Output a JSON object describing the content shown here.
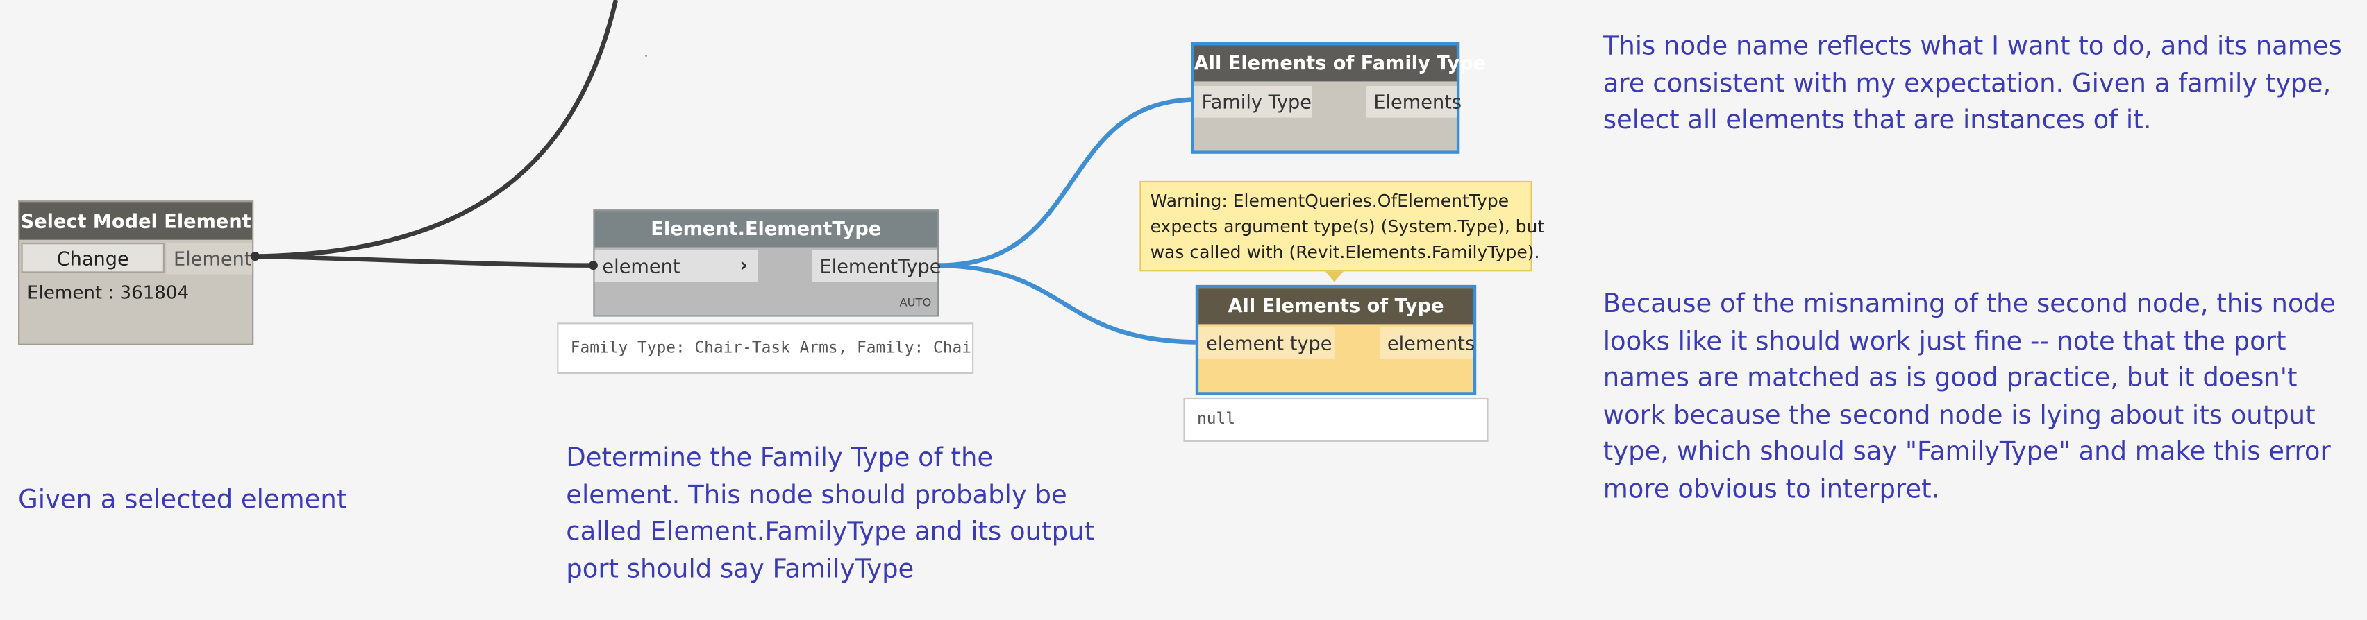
{
  "nodes": {
    "select_model_element": {
      "title": "Select Model Element",
      "button_label": "Change",
      "output_port": "Element",
      "value": "Element : 361804"
    },
    "element_type": {
      "title": "Element.ElementType",
      "input_port": "element",
      "output_port": "ElementType",
      "lacing": "AUTO",
      "preview": "Family Type: Chair-Task Arms, Family: Chair-"
    },
    "all_of_family_type": {
      "title": "All Elements of Family Type",
      "input_port": "Family Type",
      "output_port": "Elements"
    },
    "all_of_type": {
      "title": "All Elements of Type",
      "input_port": "element type",
      "output_port": "elements",
      "preview": "null",
      "warning": [
        "Warning: ElementQueries.OfElementType",
        "expects argument type(s) (System.Type), but",
        "was called with (Revit.Elements.FamilyType)."
      ]
    }
  },
  "notes": {
    "given_selected": "Given a selected element",
    "determine": [
      "Determine the Family Type of the",
      "element. This node should probably be",
      "called Element.FamilyType and its output",
      "port should say FamilyType"
    ],
    "family_type_note": [
      "This node name reflects what I want to do, and its names",
      "are consistent with my expectation. Given a family type,",
      "select all elements that are instances of it."
    ],
    "misnaming_note": [
      "Because of the misnaming of the second node, this node",
      "looks like it should work just fine -- note that the port",
      "names are matched as is good practice, but it doesn't",
      "work because the second node is lying about its output",
      "type, which should say \"FamilyType\" and make this error",
      "more obvious to interpret."
    ]
  },
  "colors": {
    "background": "#f5f5f5",
    "wire_dark": "#3a3a3a",
    "wire_blue": "#3f8fd2",
    "selected_border": "#3b8fd9",
    "note_text": "#3b3bb5",
    "warning_bg": "#ffeea6",
    "warning_node_body": "#fbd98a"
  }
}
